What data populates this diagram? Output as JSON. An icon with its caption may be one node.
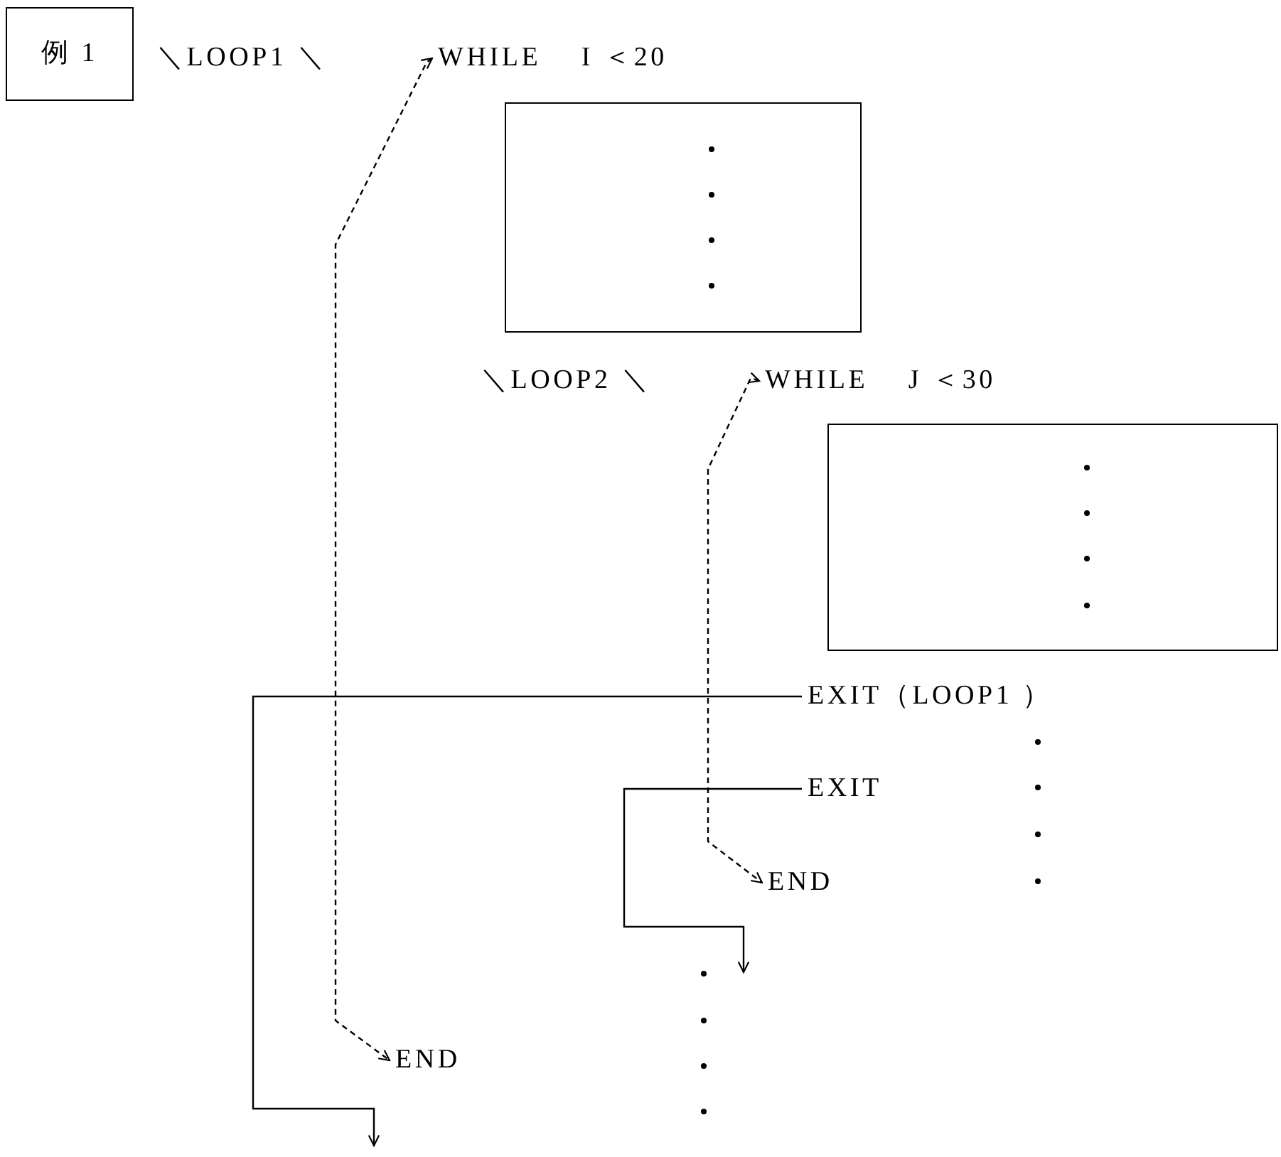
{
  "diagram": {
    "nodes": [
      {
        "text": [
          "例 1"
        ]
      },
      {
        "text": [
          "＼LOOP1 ＼"
        ]
      },
      {
        "text": [
          "WHILE　 I ＜20"
        ]
      },
      {
        "text": [],
        "shape": "box"
      },
      {
        "text": [
          "＼LOOP2 ＼"
        ]
      },
      {
        "text": [
          "WHILE　 J ＜30"
        ]
      },
      {
        "text": [],
        "shape": "box"
      },
      {
        "text": [
          "EXIT（LOOP1 ）"
        ]
      },
      {
        "text": [
          "EXIT"
        ]
      },
      {
        "text": [
          "END"
        ]
      },
      {
        "text": [
          "END"
        ]
      }
    ],
    "edges": [
      {
        "from": 2,
        "to": 10,
        "arrow": "both",
        "style": "dashed"
      },
      {
        "from": 5,
        "to": 9,
        "arrow": "both",
        "style": "dashed"
      },
      {
        "from": 7,
        "to": null,
        "arrow": "to"
      },
      {
        "from": 8,
        "to": null,
        "arrow": "to"
      }
    ]
  }
}
